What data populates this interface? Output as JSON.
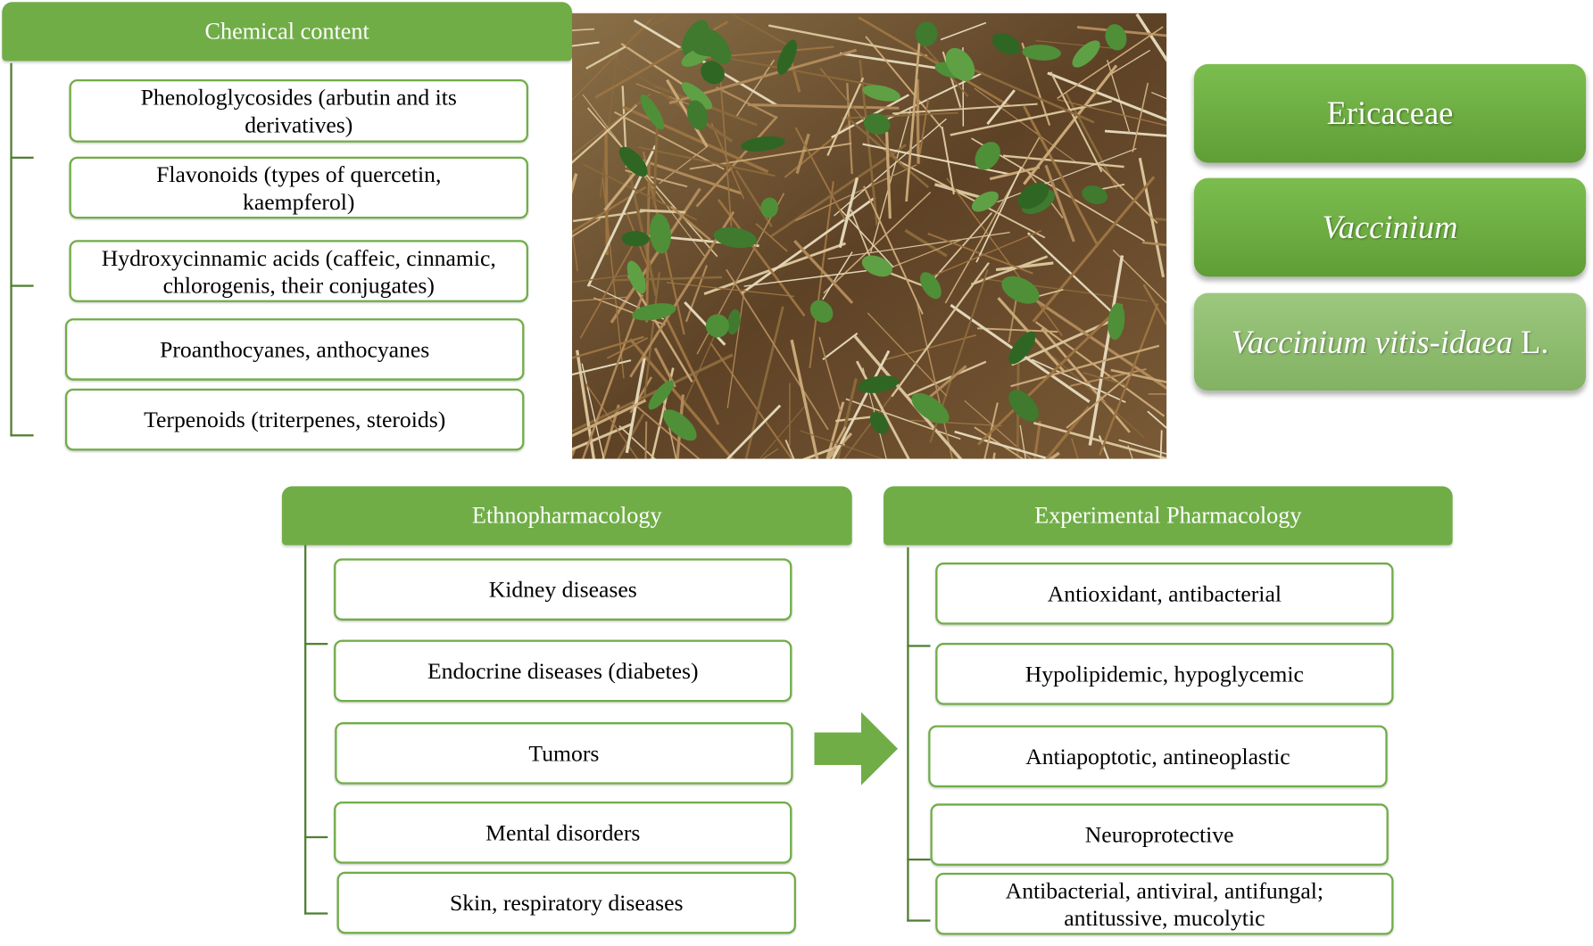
{
  "chemical": {
    "title": "Chemical content",
    "items": [
      "Phenologlycosides (arbutin and its derivatives)",
      "Flavonoids (types of quercetin, kaempferol)",
      "Hydroxycinnamic acids (caffeic, cinnamic, chlorogenis, their conjugates)",
      "Proanthocyanes, anthocyanes",
      "Terpenoids (triterpenes, steroids)"
    ]
  },
  "taxonomy": {
    "family": "Ericaceae",
    "genus": "Vaccinium",
    "species": "Vaccinium vitis-idaea",
    "species_author": " L."
  },
  "ethno": {
    "title": "Ethnopharmacology",
    "items": [
      "Kidney diseases",
      "Endocrine diseases (diabetes)",
      "Tumors",
      "Mental disorders",
      "Skin, respiratory diseases"
    ]
  },
  "experimental": {
    "title": "Experimental Pharmacology",
    "items": [
      "Antioxidant, antibacterial",
      "Hypolipidemic, hypoglycemic",
      "Antiapoptotic, antineoplastic",
      "Neuroprotective",
      "Antibacterial, antiviral, antifungal; antitussive, mucolytic"
    ]
  },
  "colors": {
    "green": "#70AD47",
    "light_green": "#8FBC70"
  }
}
